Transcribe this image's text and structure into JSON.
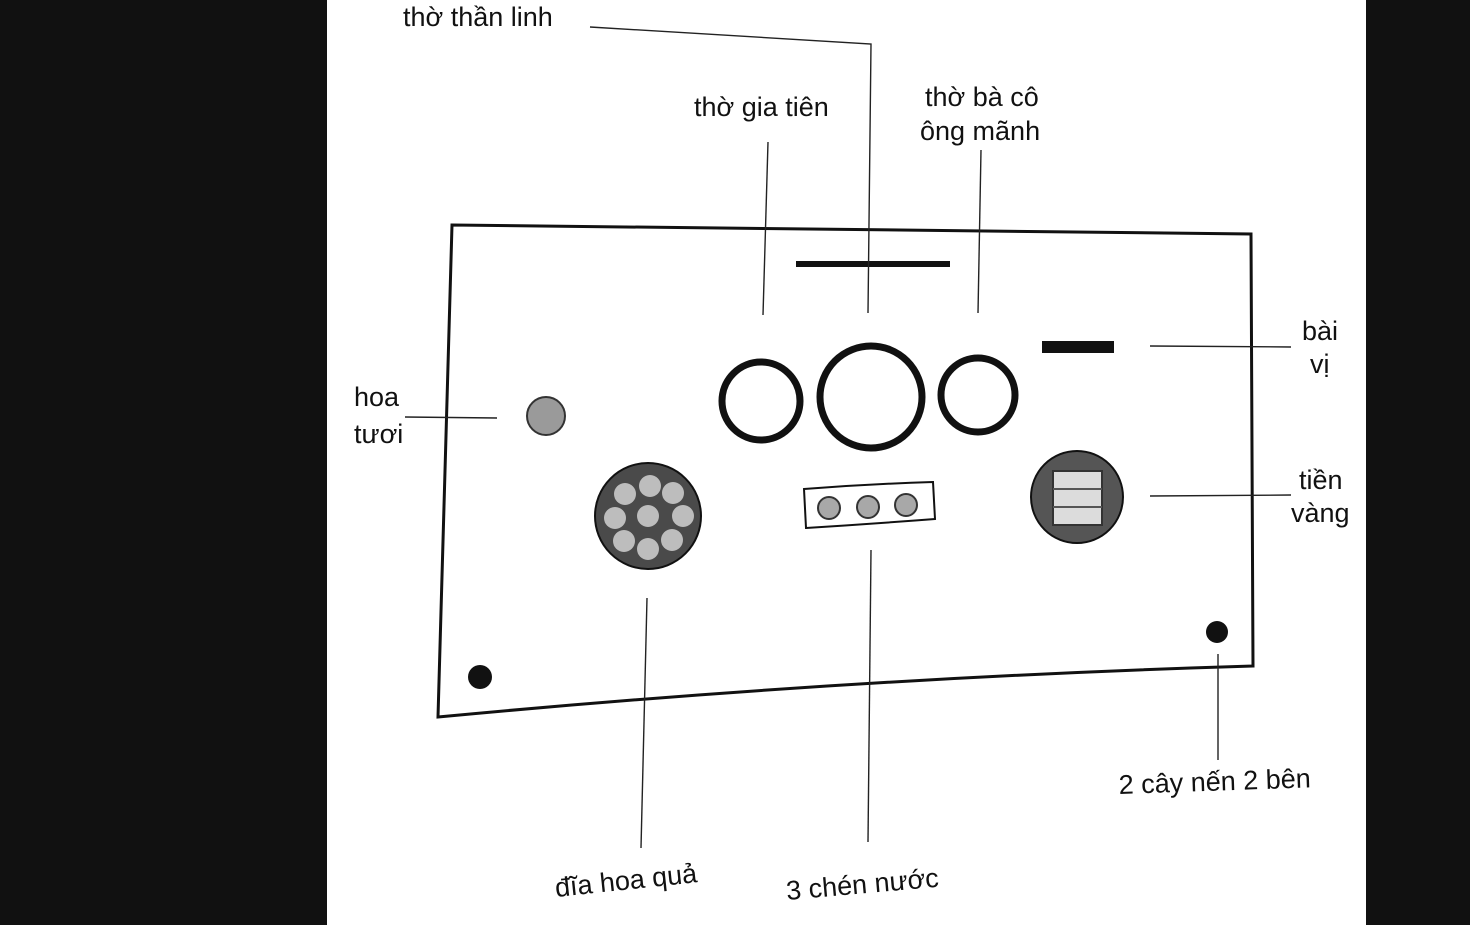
{
  "labels": {
    "than_linh": "thờ thần linh",
    "gia_tien": "thờ gia tiên",
    "ba_co_line1": "thờ bà cô",
    "ba_co_line2": "ông mãnh",
    "bai_vi_line1": "bài",
    "bai_vi_line2": "vị",
    "hoa_tuoi_line1": "hoa",
    "hoa_tuoi_line2": "tươi",
    "tien_vang_line1": "tiền",
    "tien_vang_line2": "vàng",
    "nen": "2 cây nến 2 bên",
    "dia_hoa_qua": "đĩa hoa quả",
    "chen_nuoc": "3 chén nước"
  },
  "colors": {
    "paper": "#ffffff",
    "ink": "#111111",
    "background": "#111111",
    "flower_fill": "#9a9a9a",
    "fruit_plate_fill": "#4a4a4a",
    "fruit_item_fill": "#bdbdbd",
    "cup_fill": "#a8a8a8",
    "gold_paper_plate": "#555555",
    "gold_paper_sheet": "#dcdcdc"
  }
}
